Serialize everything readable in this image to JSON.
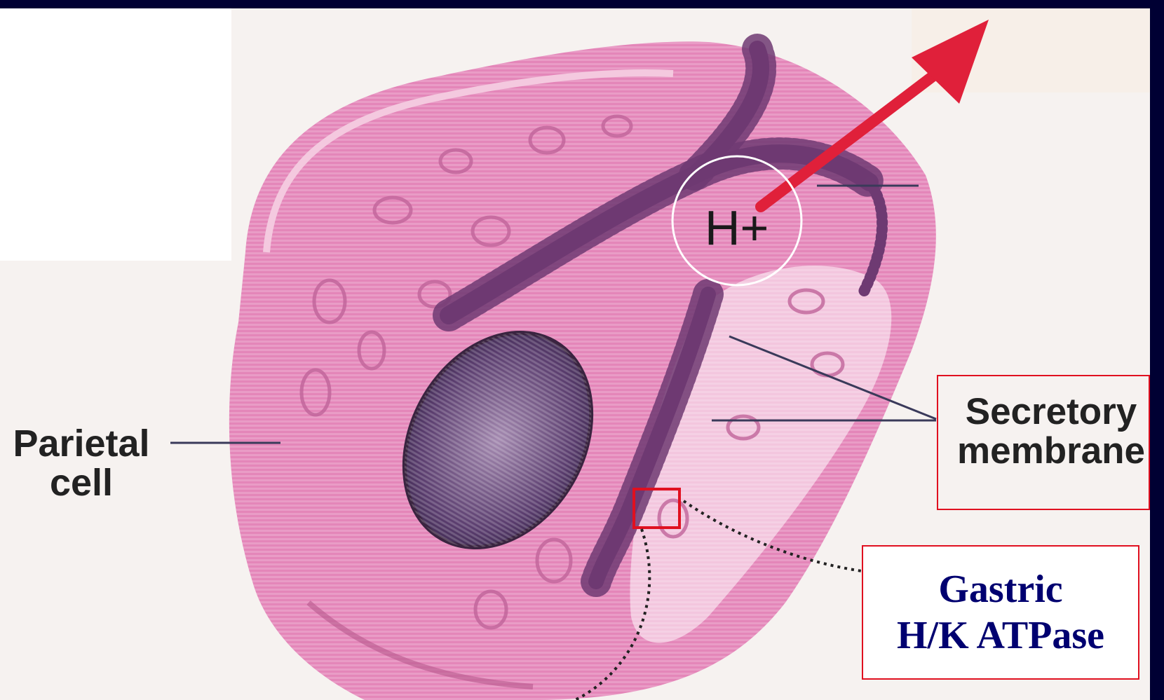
{
  "labels": {
    "parietal_cell": "Parietal cell",
    "parietal_line1": "Parietal",
    "parietal_line2": "cell",
    "secretory_line1": "Secretory",
    "secretory_line2": "membrane",
    "h_plus": "H+",
    "gastric_line1": "Gastric",
    "gastric_line2": "H/K ATPase"
  },
  "colors": {
    "background": "#000033",
    "cell_pink": "#e27fb4",
    "canaliculus": "#7a3f78",
    "arrow_red": "#e0203a",
    "box_red": "#e01020",
    "annotation_navy": "#000070"
  }
}
